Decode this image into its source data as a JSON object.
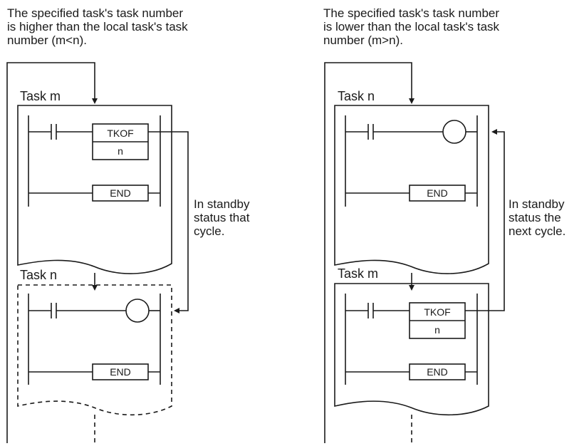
{
  "left": {
    "caption": [
      "The specified task's task number",
      "is higher than the local task's task",
      "number (m<n)."
    ],
    "top_task_label": "Task m",
    "bottom_task_label": "Task n",
    "instruction_name": "TKOF",
    "instruction_operand": "n",
    "end_label": "END",
    "note": [
      "In standby",
      "status that",
      "cycle."
    ]
  },
  "right": {
    "caption": [
      "The specified task's task number",
      "is lower than the local task's task",
      "number (m>n)."
    ],
    "top_task_label": "Task n",
    "bottom_task_label": "Task m",
    "instruction_name": "TKOF",
    "instruction_operand": "n",
    "end_label": "END",
    "note": [
      "In standby",
      "status the",
      "next cycle."
    ]
  }
}
